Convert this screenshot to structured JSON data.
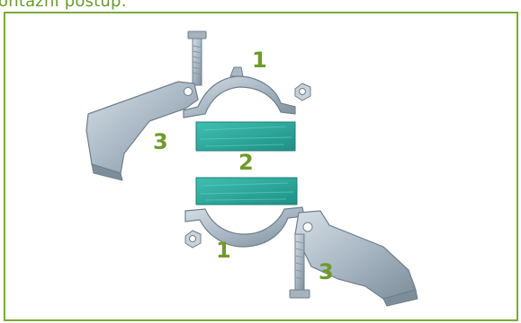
{
  "heading": "ontážní postup:",
  "figure": {
    "labels": {
      "top_clamp": "1",
      "pads": "2",
      "left_bracket": "3",
      "bottom_clamp": "1",
      "right_bracket": "3"
    },
    "colors": {
      "frame": "#7aaa3a",
      "label": "#6f9a2b",
      "pad": "#2aa79b",
      "metal": "#a9b8c4",
      "metal_dark": "#6f7f8c"
    }
  }
}
